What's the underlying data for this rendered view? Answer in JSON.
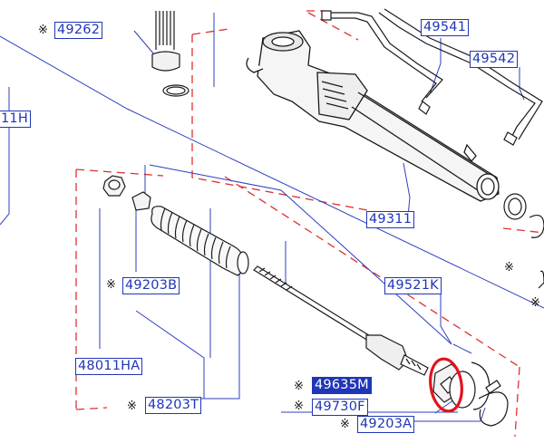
{
  "marker": "※",
  "parts": {
    "p49262": "49262",
    "p49541": "49541",
    "p49542": "49542",
    "p11H": "11H",
    "p49311": "49311",
    "p49203B": "49203B",
    "p49521K": "49521K",
    "p48011HA": "48011HA",
    "p49635M": "49635M",
    "p49730F": "49730F",
    "p48203T": "48203T",
    "p49203A": "49203A"
  },
  "highlighted_part": "49635M",
  "colors": {
    "label": "#1f36b8",
    "leader": "#2b3fbf",
    "group_dash": "#e03030",
    "highlight_circle": "#e3121d",
    "drawing": "#1a1a1a"
  }
}
